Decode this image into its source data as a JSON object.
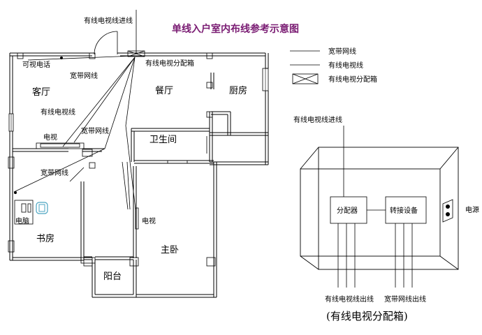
{
  "title": "单线入户室内布线参考示意图",
  "colors": {
    "title": "#7a1c73",
    "line": "#000000",
    "bg": "#ffffff"
  },
  "floorplan": {
    "incoming_line_label": "有线电视线进线",
    "distribution_box_label": "有线电视分配箱",
    "phone_label": "可视电话",
    "broadband_label_living": "宽带网线",
    "broadband_label_middle": "宽带网线",
    "broadband_label_study": "宽带网线",
    "cable_tv_label": "有线电视线",
    "tv_label_living": "电视",
    "tv_label_bedroom": "电视",
    "computer_label": "电脑",
    "rooms": {
      "living": "客厅",
      "dining": "餐厅",
      "kitchen": "厨房",
      "bathroom": "卫生间",
      "study": "书房",
      "master": "主卧",
      "balcony": "阳台"
    }
  },
  "legend": {
    "items": [
      {
        "icon": "line",
        "label": "宽带网线"
      },
      {
        "icon": "line",
        "label": "有线电视线"
      },
      {
        "icon": "box",
        "label": "有线电视分配箱"
      }
    ]
  },
  "box_diagram": {
    "incoming_label": "有线电视线进线",
    "splitter_label": "分配器",
    "converter_label": "转接设备",
    "power_label": "电源",
    "tv_out_label": "有线电视线出线",
    "net_out_label": "宽带网线出线",
    "caption": "(有线电视分配箱)"
  }
}
